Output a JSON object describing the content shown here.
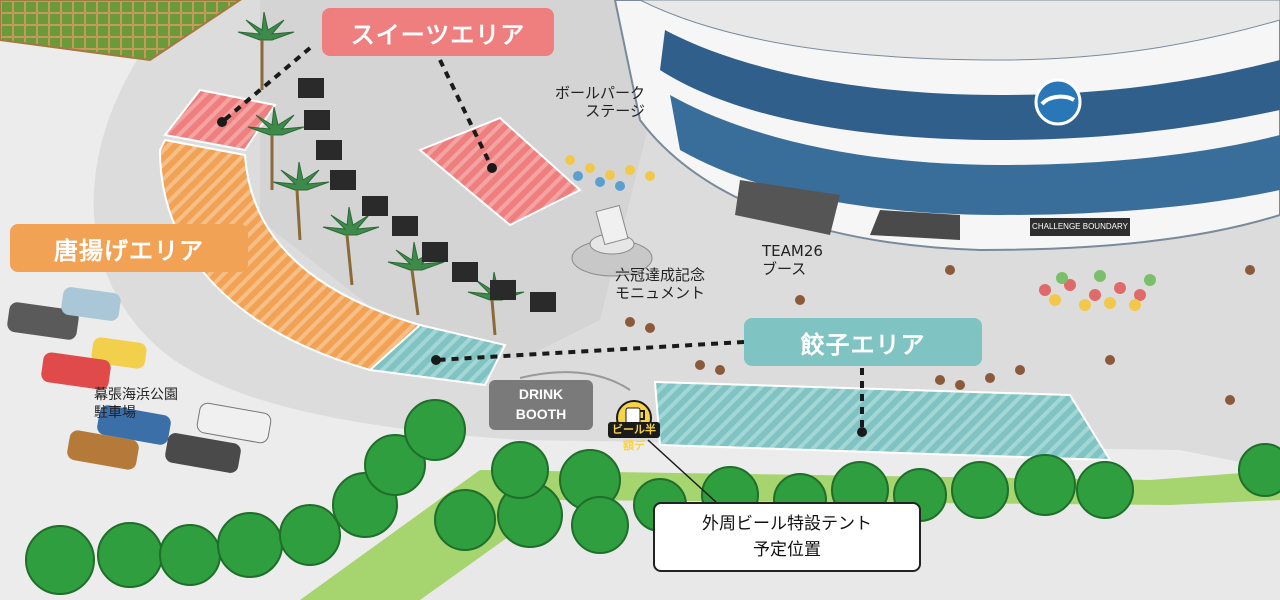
{
  "map": {
    "areas": {
      "sweets": "スイーツエリア",
      "karaage": "唐揚げエリア",
      "gyoza": "餃子エリア"
    },
    "drink_booth": "DRINK\nBOOTH",
    "labels": {
      "stage": "ボールパーク\nステージ",
      "team26": "TEAM26\nブース",
      "monument": "六冠達成記念\nモニュメント",
      "parking": "幕張海浜公園\n駐車場"
    },
    "beer_tent_callout": "外周ビール特設テント\n予定位置",
    "beer_badge": "ビール半額デ",
    "stadium_sign": "CHALLENGE BOUNDARY"
  },
  "colors": {
    "sweets": "#ef7f7f",
    "karaage": "#f2a255",
    "gyoza": "#7fc3c3",
    "plaza": "#d9d9d9",
    "grass": "#8fcf6b",
    "tree": "#2e9e3e"
  }
}
